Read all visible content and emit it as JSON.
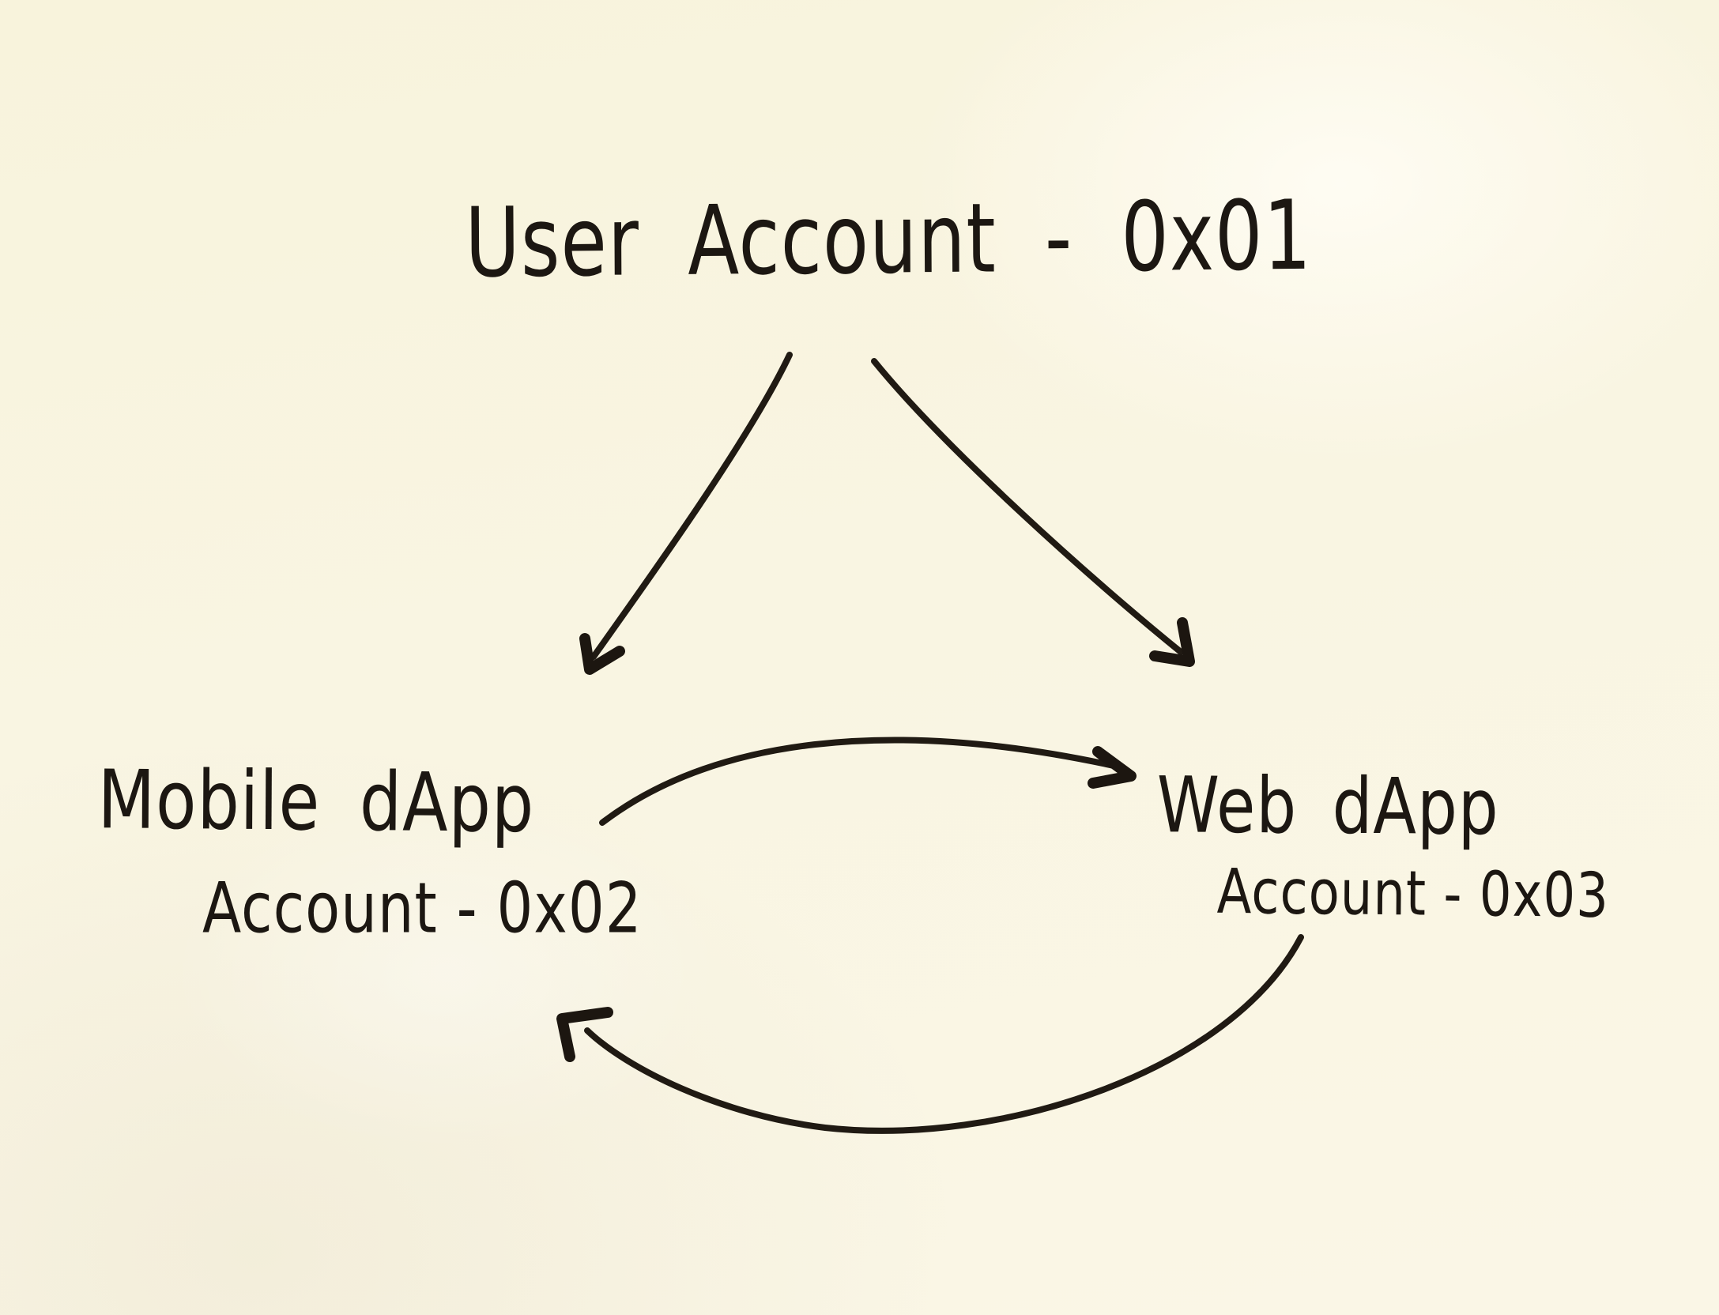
{
  "diagram": {
    "type": "hand-drawn-whiteboard-diagram",
    "background_color": "#f9f5e1",
    "ink_color": "#1c1712",
    "user_account": {
      "label": "User Account - 0x01"
    },
    "nodes": [
      {
        "id": "mobile-dapp",
        "label": "Mobile dApp",
        "sublabel": "Account - 0x02"
      },
      {
        "id": "web-dapp",
        "label": "Web dApp",
        "sublabel": "Account - 0x03"
      }
    ],
    "edges": [
      {
        "from": "User Account - 0x01",
        "to": "Mobile dApp",
        "style": "straight",
        "direction": "down-left"
      },
      {
        "from": "User Account - 0x01",
        "to": "Web dApp",
        "style": "straight",
        "direction": "down-right"
      },
      {
        "from": "Mobile dApp",
        "to": "Web dApp",
        "style": "curved-over-top",
        "direction": "right"
      },
      {
        "from": "Web dApp",
        "to": "Mobile dApp",
        "style": "curved-under-bottom",
        "direction": "left"
      }
    ]
  }
}
